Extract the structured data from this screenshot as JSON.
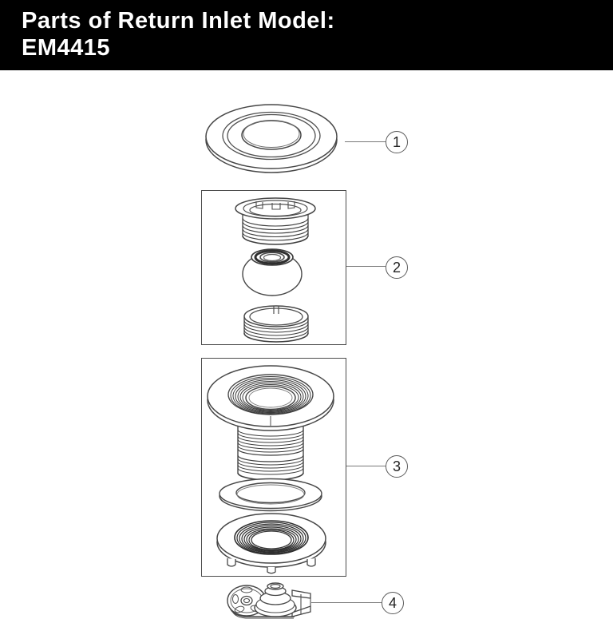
{
  "header": {
    "title_line1": "Parts of Return Inlet Model:",
    "title_line2": "EM4415"
  },
  "callouts": [
    {
      "number": "1"
    },
    {
      "number": "2"
    },
    {
      "number": "3"
    },
    {
      "number": "4"
    }
  ],
  "colors": {
    "header_bg": "#000000",
    "header_text": "#ffffff",
    "background": "#ffffff",
    "drawing_line": "#474747",
    "leader_line": "#7a7a7a",
    "box_border": "#4c4c4c"
  }
}
